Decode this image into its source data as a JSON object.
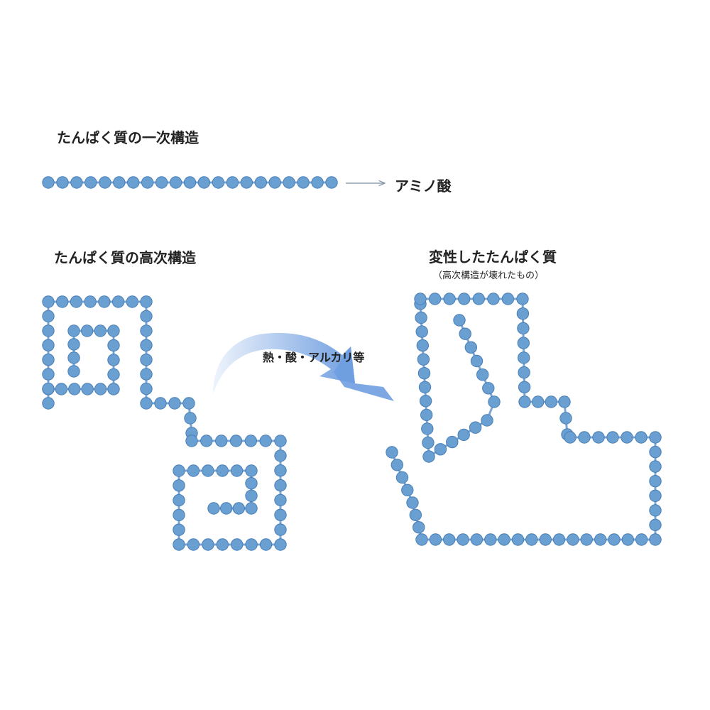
{
  "labels": {
    "primary_structure": "たんぱく質の一次構造",
    "amino_acid": "アミノ酸",
    "higher_structure": "たんぱく質の高次構造",
    "denatured": "変性したたんぱく質",
    "denatured_note": "（高次構造が壊れたもの）",
    "cause": "熱・酸・アルカリ等"
  },
  "colors": {
    "bead_fill": "#6a9fd2",
    "bead_stroke": "#4a7fb5",
    "connector": "#7aa6d6",
    "arrow_light": "#e9f1fb",
    "arrow_dark": "#6f9ee0"
  }
}
